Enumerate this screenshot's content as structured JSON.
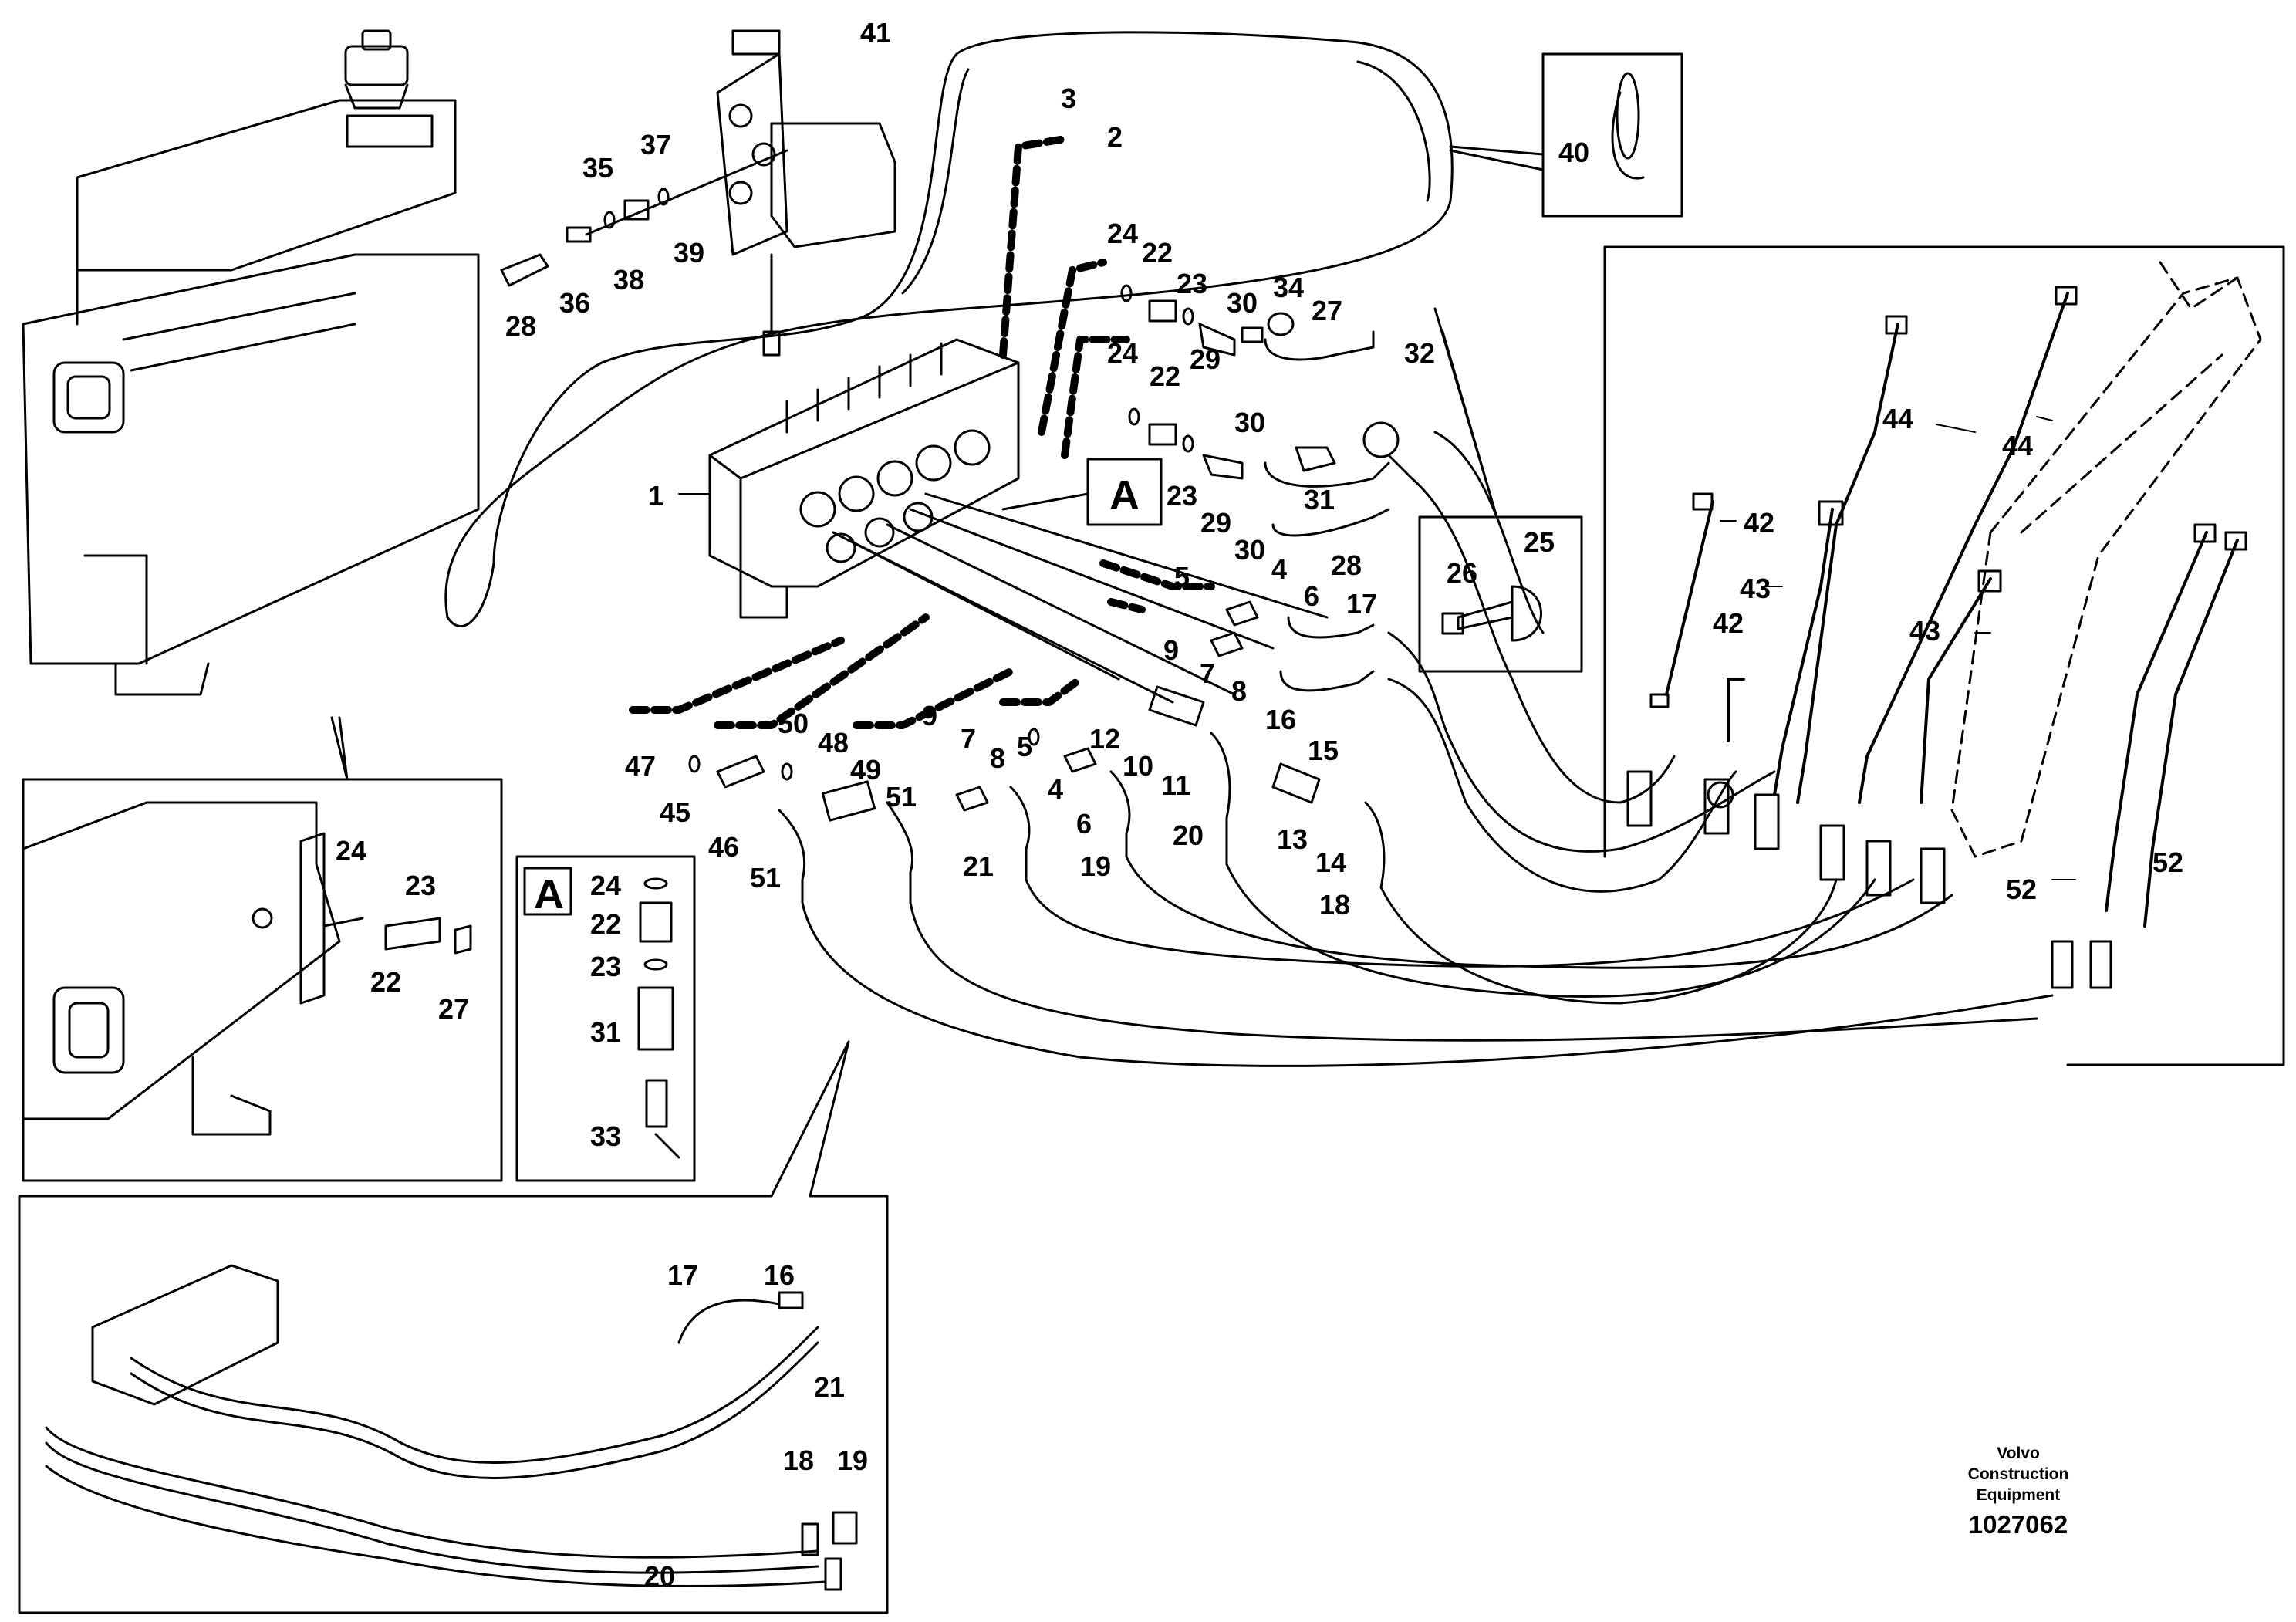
{
  "detail_label": "A",
  "manufacturer": "Volvo Construction Equipment",
  "drawing_number": "1027062",
  "labels": {
    "c1": "1",
    "c2": "2",
    "c3": "3",
    "c4a": "4",
    "c4b": "4",
    "c5a": "5",
    "c5b": "5",
    "c6a": "6",
    "c6b": "6",
    "c7a": "7",
    "c7b": "7",
    "c8a": "8",
    "c8b": "8",
    "c9a": "9",
    "c9b": "9",
    "c10": "10",
    "c11": "11",
    "c12": "12",
    "c13": "13",
    "c14": "14",
    "c15": "15",
    "c16": "16",
    "c17": "17",
    "c18": "18",
    "c19": "19",
    "c20": "20",
    "c21": "21",
    "c22a": "22",
    "c22b": "22",
    "c23a": "23",
    "c23b": "23",
    "c24a": "24",
    "c24b": "24",
    "c25": "25",
    "c26": "26",
    "c27": "27",
    "c28a": "28",
    "c28b": "28",
    "c29a": "29",
    "c29b": "29",
    "c30a": "30",
    "c30b": "30",
    "c30c": "30",
    "c31": "31",
    "c32": "32",
    "c34": "34",
    "c35": "35",
    "c36": "36",
    "c37": "37",
    "c38": "38",
    "c39": "39",
    "c40": "40",
    "c41": "41",
    "c42a": "42",
    "c42b": "42",
    "c43a": "43",
    "c43b": "43",
    "c44a": "44",
    "c44b": "44",
    "c45": "45",
    "c46": "46",
    "c47": "47",
    "c48": "48",
    "c49": "49",
    "c50": "50",
    "c51a": "51",
    "c51b": "51",
    "c52a": "52",
    "c52b": "52",
    "l24": "24",
    "l23": "23",
    "l22": "22",
    "l27": "27",
    "a24": "24",
    "a22": "22",
    "a23": "23",
    "a31": "31",
    "a33": "33",
    "b17": "17",
    "b16": "16",
    "b21": "21",
    "b18": "18",
    "b19": "19",
    "b20": "20"
  }
}
